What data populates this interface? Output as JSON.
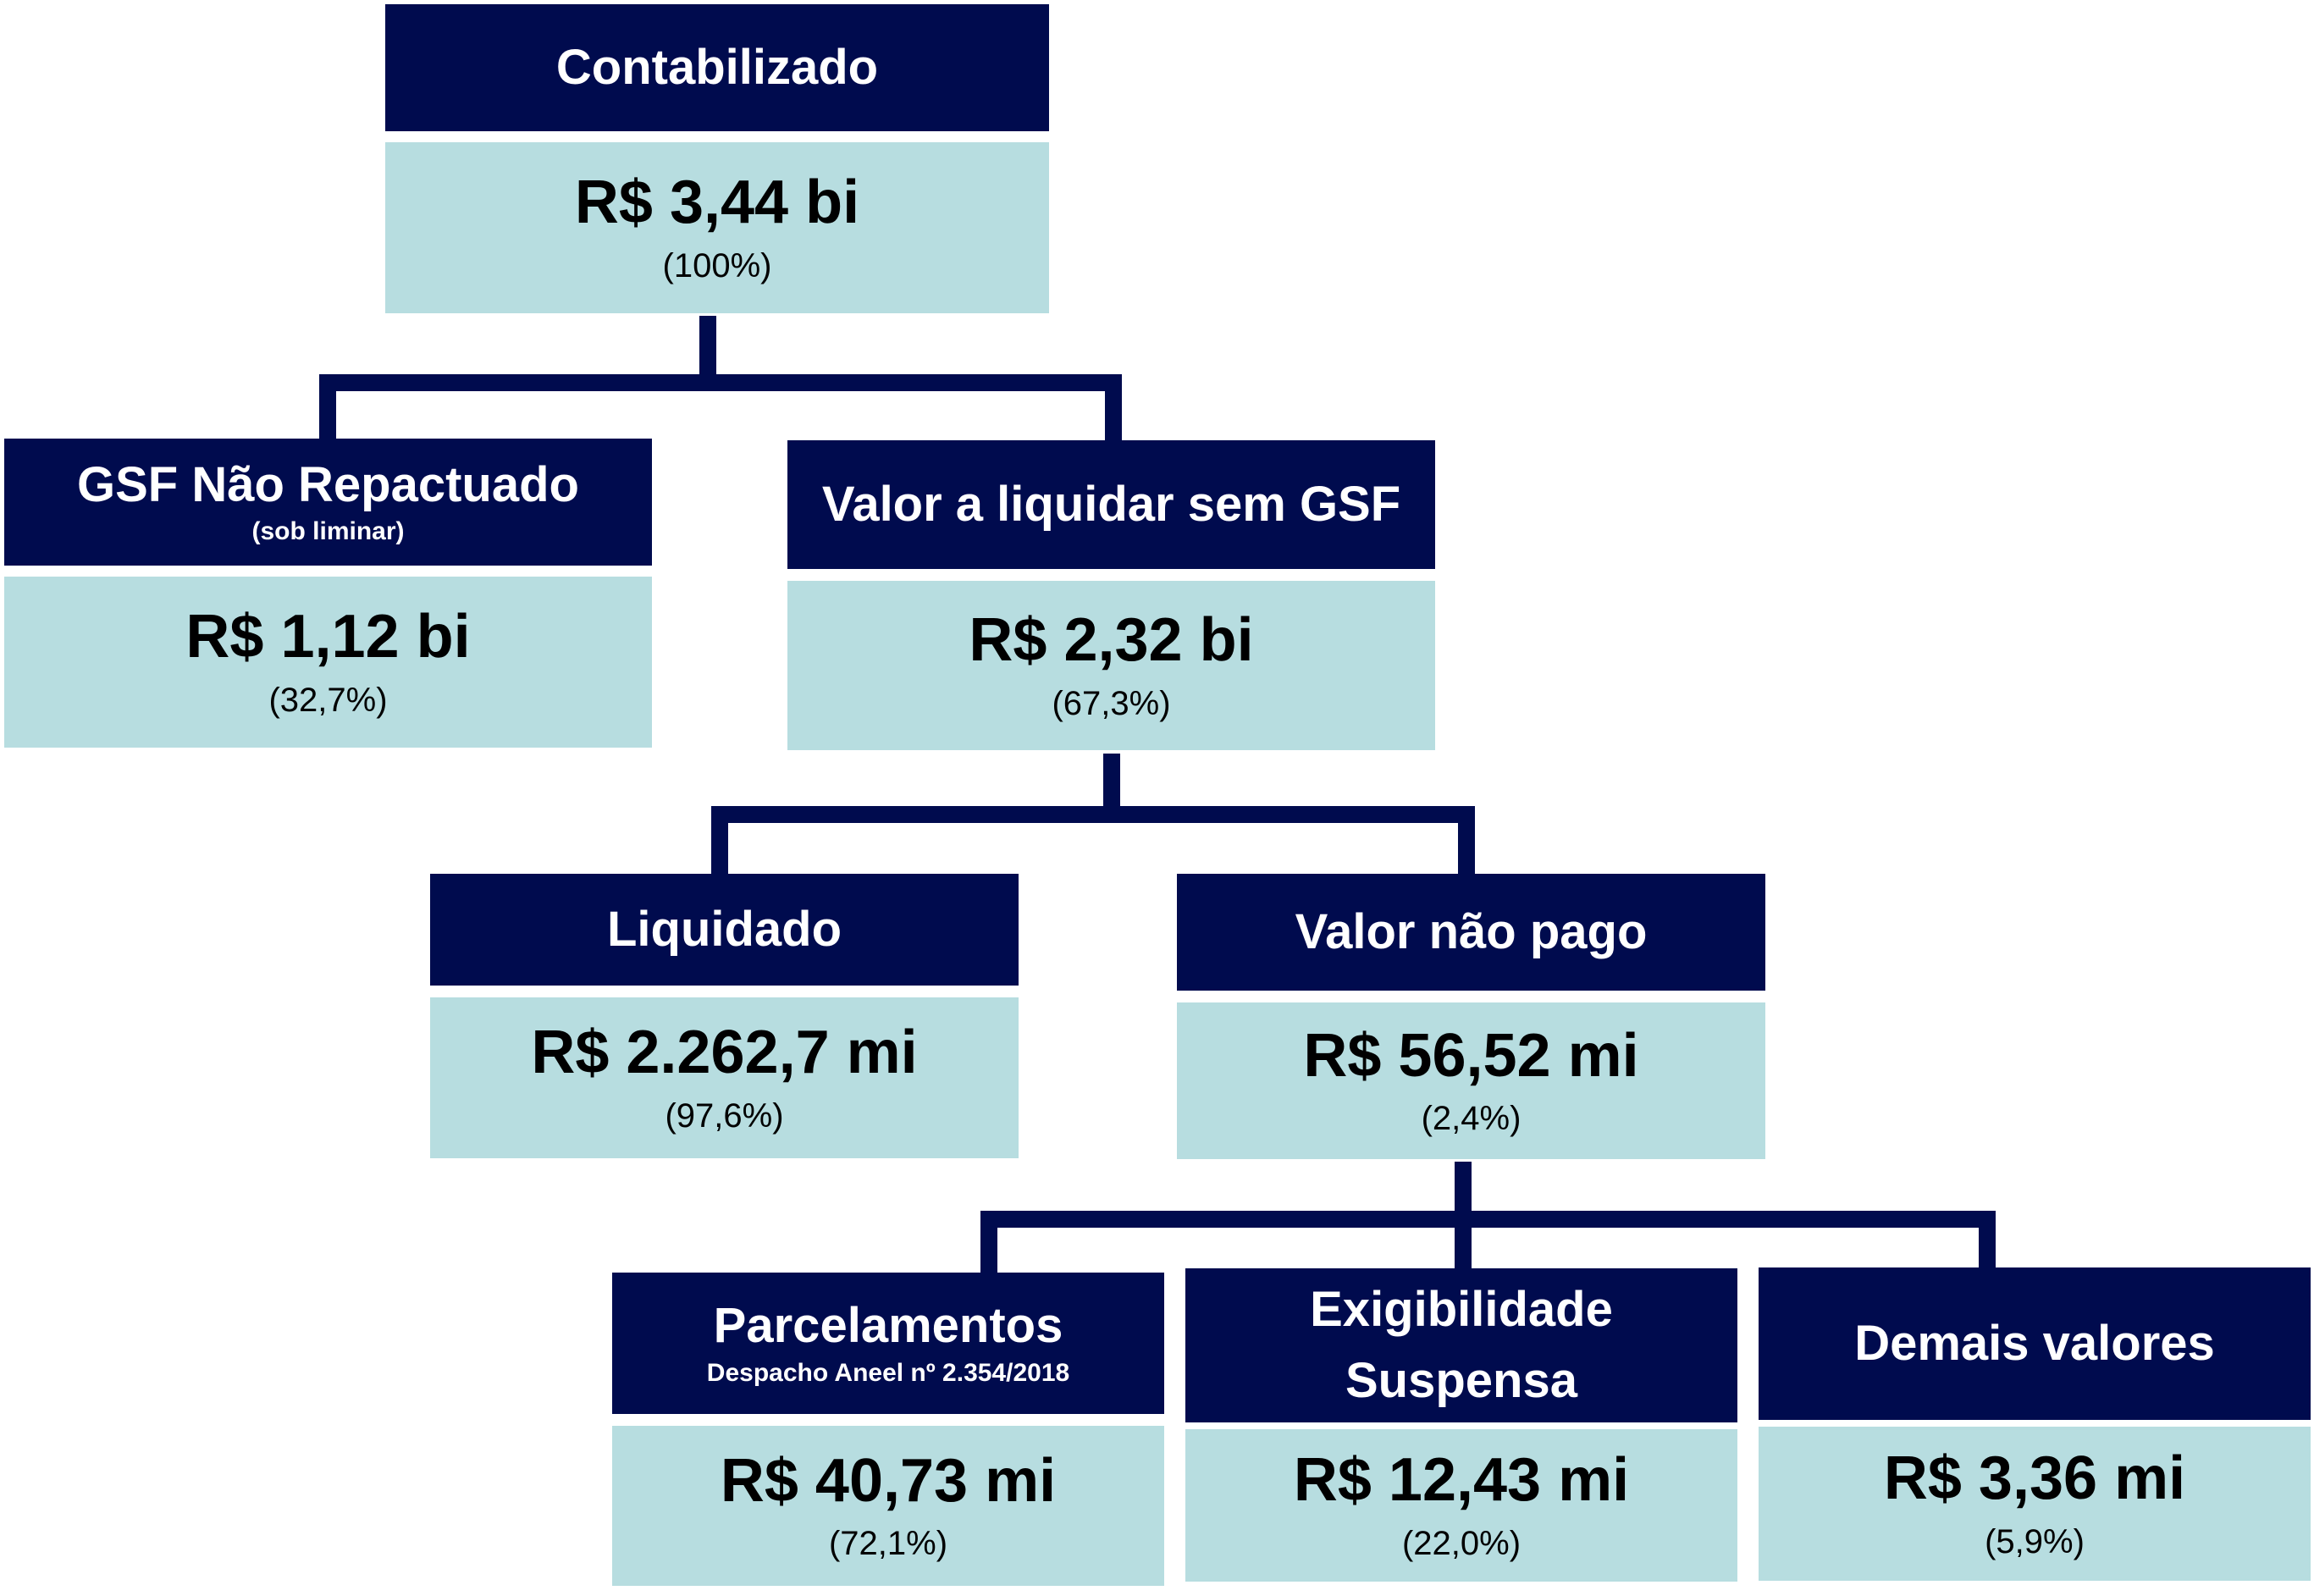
{
  "colors": {
    "header": "#000b4e",
    "body": "#b7dde0",
    "connector": "#000b4e"
  },
  "nodes": {
    "contabilizado": {
      "title": "Contabilizado",
      "value": "R$ 3,44 bi",
      "percent": "(100%)"
    },
    "gsf_nao_repactuado": {
      "title": "GSF Não Repactuado",
      "subtitle": "(sob liminar)",
      "value": "R$ 1,12 bi",
      "percent": "(32,7%)"
    },
    "valor_a_liquidar": {
      "title": "Valor a liquidar sem GSF",
      "value": "R$ 2,32 bi",
      "percent": "(67,3%)"
    },
    "liquidado": {
      "title": "Liquidado",
      "value": "R$ 2.262,7 mi",
      "percent": "(97,6%)"
    },
    "valor_nao_pago": {
      "title": "Valor não pago",
      "value": "R$ 56,52 mi",
      "percent": "(2,4%)"
    },
    "parcelamentos": {
      "title": "Parcelamentos",
      "subtitle": "Despacho Aneel nº 2.354/2018",
      "value": "R$ 40,73 mi",
      "percent": "(72,1%)"
    },
    "exigibilidade_suspensa": {
      "title_line1": "Exigibilidade",
      "title_line2": "Suspensa",
      "value": "R$ 12,43 mi",
      "percent": "(22,0%)"
    },
    "demais_valores": {
      "title": "Demais valores",
      "value": "R$ 3,36 mi",
      "percent": "(5,9%)"
    }
  }
}
